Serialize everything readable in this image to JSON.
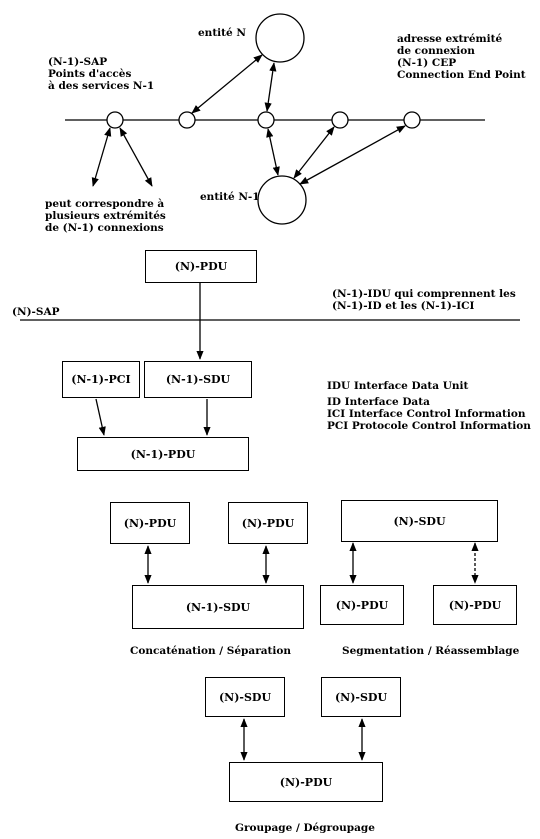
{
  "top": {
    "entite_n": "entité N",
    "entite_n1": "entité N-1",
    "sap_lines": [
      "(N-1)-SAP",
      "Points d'accès",
      "à des services N-1"
    ],
    "cep_lines": [
      "adresse extrémité",
      "de connexion",
      "(N-1) CEP",
      "Connection End Point"
    ],
    "peut_lines": [
      "peut correspondre à",
      "plusieurs extrémités",
      "de (N-1) connexions"
    ]
  },
  "middle": {
    "pdu": "(N)-PDU",
    "sap": "(N)-SAP",
    "idu_lines": [
      "(N-1)-IDU qui comprennent les",
      "(N-1)-ID et les (N-1)-ICI"
    ],
    "pci": "(N-1)-PCI",
    "sdu": "(N-1)-SDU",
    "pdu_n1": "(N-1)-PDU",
    "legend": [
      "IDU Interface Data Unit",
      "ID Interface Data",
      "ICI Interface Control Information",
      "PCI Protocole Control Information"
    ]
  },
  "concat": {
    "pdu1": "(N)-PDU",
    "pdu2": "(N)-PDU",
    "sdu": "(N-1)-SDU",
    "caption": "Concaténation / Séparation"
  },
  "segment": {
    "sdu": "(N)-SDU",
    "pdu1": "(N)-PDU",
    "pdu2": "(N)-PDU",
    "caption": "Segmentation / Réassemblage"
  },
  "group": {
    "sdu1": "(N)-SDU",
    "sdu2": "(N)-SDU",
    "pdu": "(N)-PDU",
    "caption": "Groupage / Dégroupage"
  }
}
